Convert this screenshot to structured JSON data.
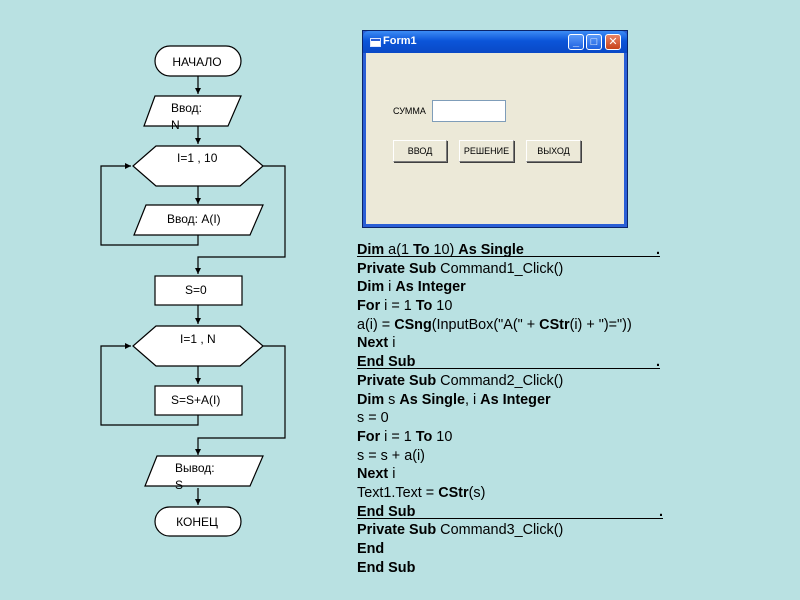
{
  "flowchart": {
    "start": "НАЧАЛО",
    "input_n": [
      "Ввод:",
      "N"
    ],
    "loop1": "I=1 , 10",
    "input_a": "Ввод: A(I)",
    "init_s": "S=0",
    "loop2": "I=1 , N",
    "sum": "S=S+A(I)",
    "output": [
      "Вывод:",
      "S"
    ],
    "end": "КОНЕЦ"
  },
  "form": {
    "title": "Form1",
    "minimize": "_",
    "maximize": "□",
    "close": "✕",
    "label": "СУММА",
    "textbox_value": "",
    "buttons": [
      "ВВОД",
      "РЕШЕНИЕ",
      "ВЫХОД"
    ]
  },
  "code_lines": [
    [
      {
        "t": "Dim",
        "k": true
      },
      {
        "t": " a(1 "
      },
      {
        "t": "To",
        "k": true
      },
      {
        "t": " 10) "
      },
      {
        "t": "As Single",
        "k": true
      }
    ],
    [
      {
        "t": "Private Sub",
        "k": true
      },
      {
        "t": " Command1_Click()"
      }
    ],
    [
      {
        "t": "Dim",
        "k": true
      },
      {
        "t": " i "
      },
      {
        "t": "As Integer",
        "k": true
      }
    ],
    [
      {
        "t": "For",
        "k": true
      },
      {
        "t": " i = 1 "
      },
      {
        "t": "To",
        "k": true
      },
      {
        "t": " 10"
      }
    ],
    [
      {
        "t": "a(i) = "
      },
      {
        "t": "CSng",
        "k": true
      },
      {
        "t": "(InputBox(\"A(\" + "
      },
      {
        "t": "CStr",
        "k": true
      },
      {
        "t": "(i) + \")=\"))"
      }
    ],
    [
      {
        "t": "Next",
        "k": true
      },
      {
        "t": " i"
      }
    ],
    [
      {
        "t": "End Sub",
        "k": true
      }
    ],
    [
      {
        "t": "Private Sub",
        "k": true
      },
      {
        "t": " Command2_Click()"
      }
    ],
    [
      {
        "t": "Dim",
        "k": true
      },
      {
        "t": " s "
      },
      {
        "t": "As Single",
        "k": true
      },
      {
        "t": ", i "
      },
      {
        "t": "As Integer",
        "k": true
      }
    ],
    [
      {
        "t": "s = 0"
      }
    ],
    [
      {
        "t": "For",
        "k": true
      },
      {
        "t": " i = 1 "
      },
      {
        "t": "To",
        "k": true
      },
      {
        "t": " 10"
      }
    ],
    [
      {
        "t": "s = s + a(i)"
      }
    ],
    [
      {
        "t": "Next",
        "k": true
      },
      {
        "t": " i"
      }
    ],
    [
      {
        "t": "Text1.Text = "
      },
      {
        "t": "CStr",
        "k": true
      },
      {
        "t": "(s)"
      }
    ],
    [
      {
        "t": "End Sub",
        "k": true
      }
    ],
    [
      {
        "t": "Private Sub",
        "k": true
      },
      {
        "t": " Command3_Click()"
      }
    ],
    [
      {
        "t": "End",
        "k": true
      }
    ],
    [
      {
        "t": "End Sub",
        "k": true
      }
    ]
  ]
}
